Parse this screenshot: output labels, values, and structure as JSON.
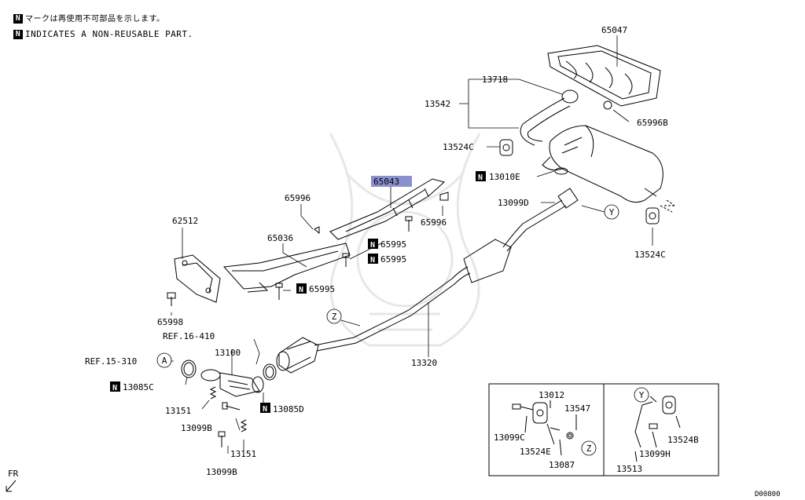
{
  "legend": {
    "mark": "N",
    "line_jp": "マークは再使用不可部品を示します。",
    "line_en": "INDICATES A NON-REUSABLE PART."
  },
  "parts": {
    "p65047": "65047",
    "p13718": "13718",
    "p13542": "13542",
    "p65996b": "65996B",
    "p13524c_top": "13524C",
    "p13010e": "13010E",
    "p65043": "65043",
    "p65996_a": "65996",
    "p65996_b": "65996",
    "p13099d": "13099D",
    "p13524c_right": "13524C",
    "p62512": "62512",
    "p65036": "65036",
    "p65995_a": "65995",
    "p65995_b": "65995",
    "p65995_c": "65995",
    "p65998": "65998",
    "ref16": "REF.16-410",
    "ref15": "REF.15-310",
    "p13100": "13100",
    "p13085c": "13085C",
    "p13085d": "13085D",
    "p13151_a": "13151",
    "p13151_b": "13151",
    "p13099b_a": "13099B",
    "p13099b_b": "13099B",
    "p13320": "13320",
    "p13012": "13012",
    "p13547": "13547",
    "p13099c": "13099C",
    "p13524e": "13524E",
    "p13087": "13087",
    "p13524b": "13524B",
    "p13099h": "13099H",
    "p13513": "13513"
  },
  "callouts": {
    "a": "A",
    "y1": "Y",
    "y2": "Y",
    "z1": "Z",
    "z2": "Z"
  },
  "orientation": "FR",
  "code": "D00800",
  "highlight_color": "#8a8fd0"
}
